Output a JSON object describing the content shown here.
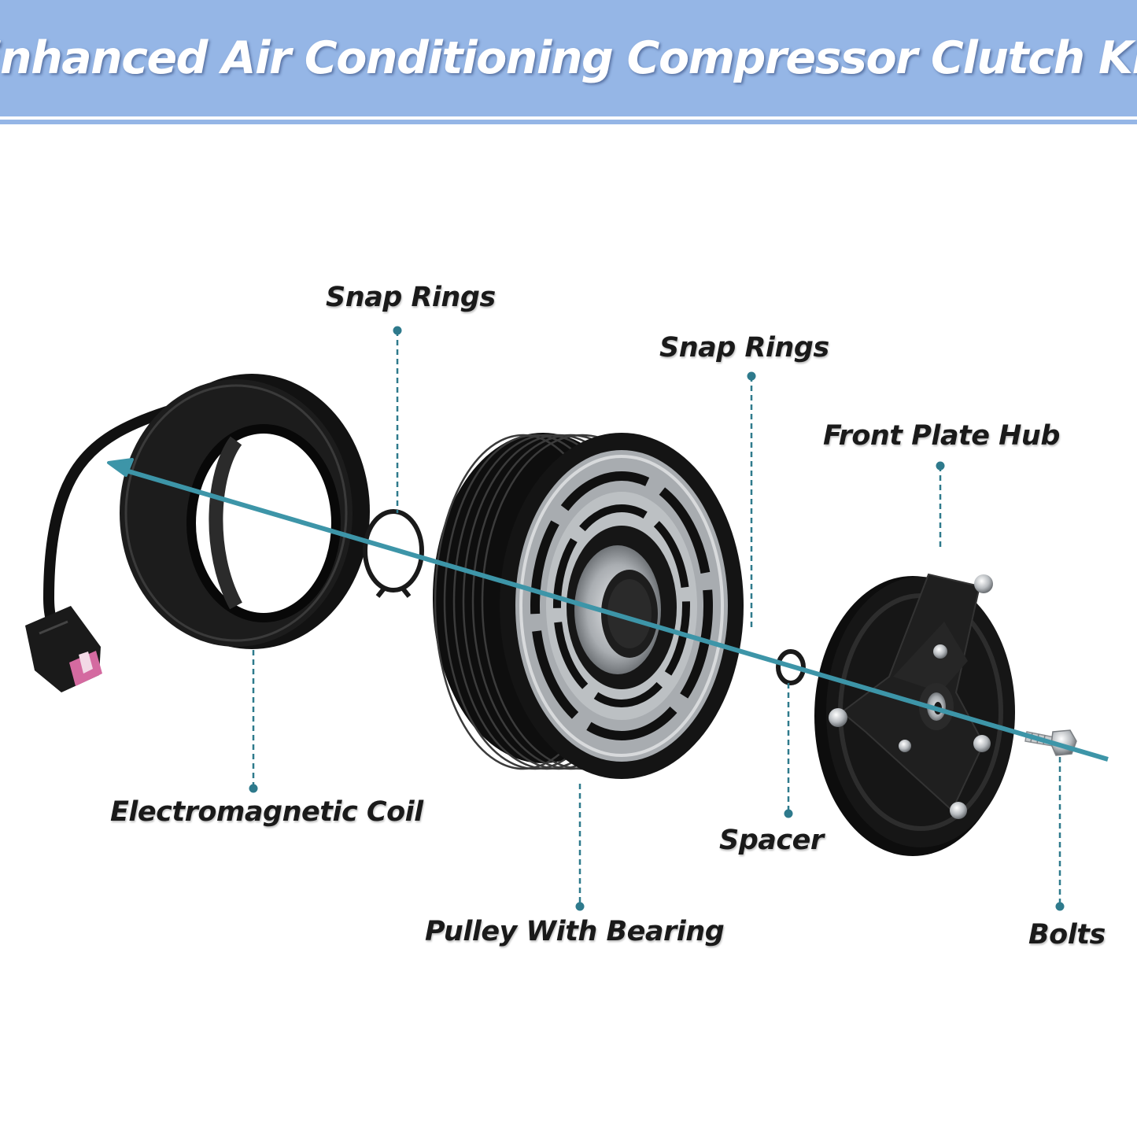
{
  "banner": {
    "title": "Enhanced Air Conditioning Compressor Clutch Kit"
  },
  "colors": {
    "banner": "#95b6e6",
    "axis": "#3d95a8",
    "leader": "#2e7a8c",
    "part_black": "#111111",
    "metal": "#b9bcbf"
  },
  "parts": {
    "snap_rings_left": "Snap Rings",
    "snap_rings_right": "Snap Rings",
    "front_plate_hub": "Front Plate Hub",
    "electromagnetic_coil": "Electromagnetic Coil",
    "pulley_with_bearing": "Pulley With Bearing",
    "spacer": "Spacer",
    "bolts": "Bolts"
  }
}
